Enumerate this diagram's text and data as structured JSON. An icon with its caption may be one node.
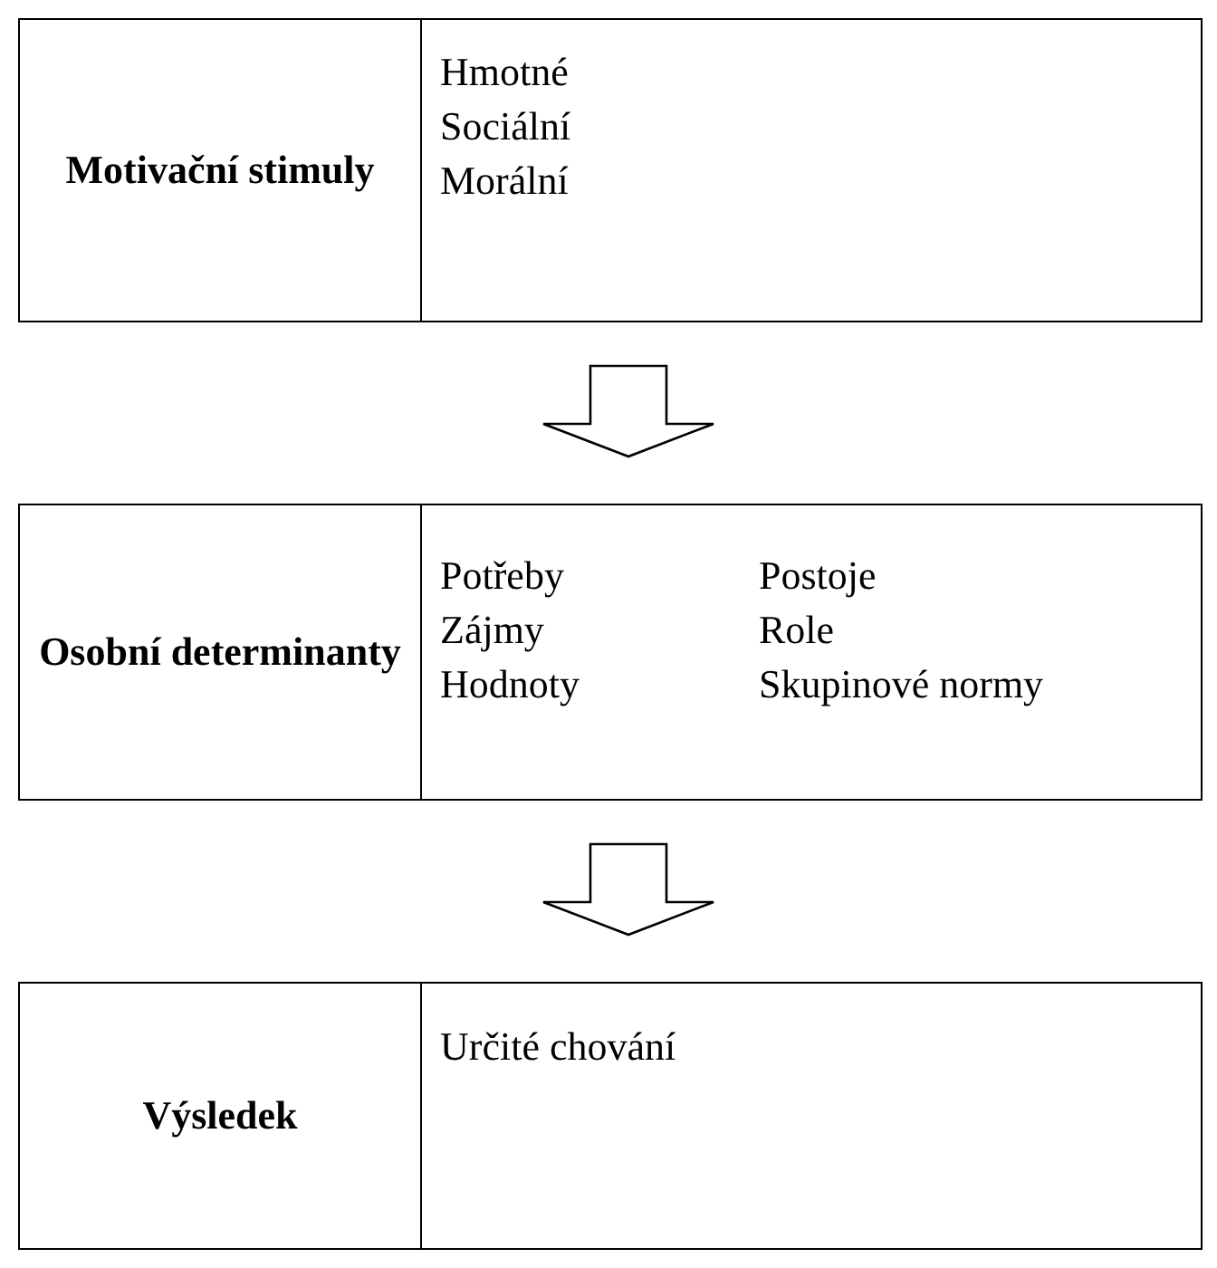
{
  "diagram": {
    "nodes": [
      {
        "text": [
          "Motivační stimuly",
          "Hmotné",
          "Sociální",
          "Morální"
        ]
      },
      {
        "text": [
          "Osobní determinanty",
          "Potřeby",
          "Zájmy",
          "Hodnoty",
          "Postoje",
          "Role",
          "Skupinové normy"
        ]
      },
      {
        "text": [
          "Výsledek",
          "Určité chování"
        ]
      }
    ],
    "edges": [
      {
        "from": 0,
        "to": 1,
        "arrow": "to"
      },
      {
        "from": 1,
        "to": 2,
        "arrow": "to"
      }
    ]
  }
}
